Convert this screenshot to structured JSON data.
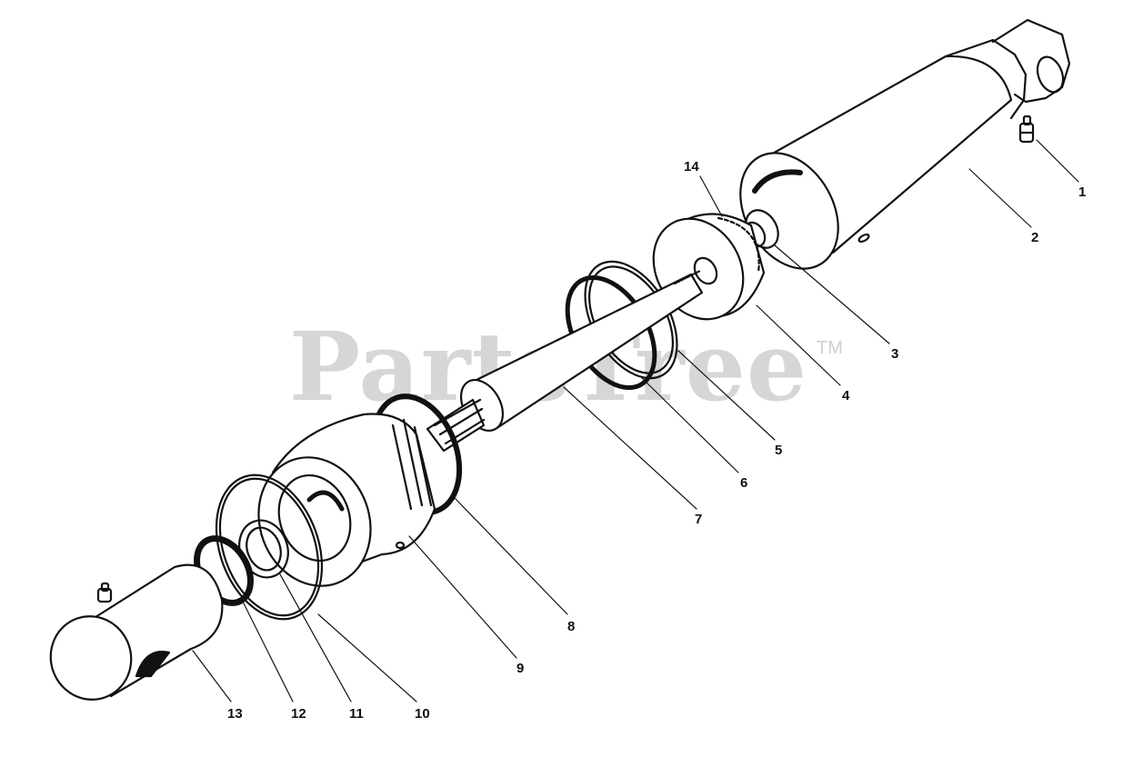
{
  "watermark": {
    "text": "PartsTree",
    "mark": "TM"
  },
  "callouts": [
    "1",
    "2",
    "3",
    "4",
    "5",
    "6",
    "7",
    "8",
    "9",
    "10",
    "11",
    "12",
    "13",
    "14"
  ]
}
